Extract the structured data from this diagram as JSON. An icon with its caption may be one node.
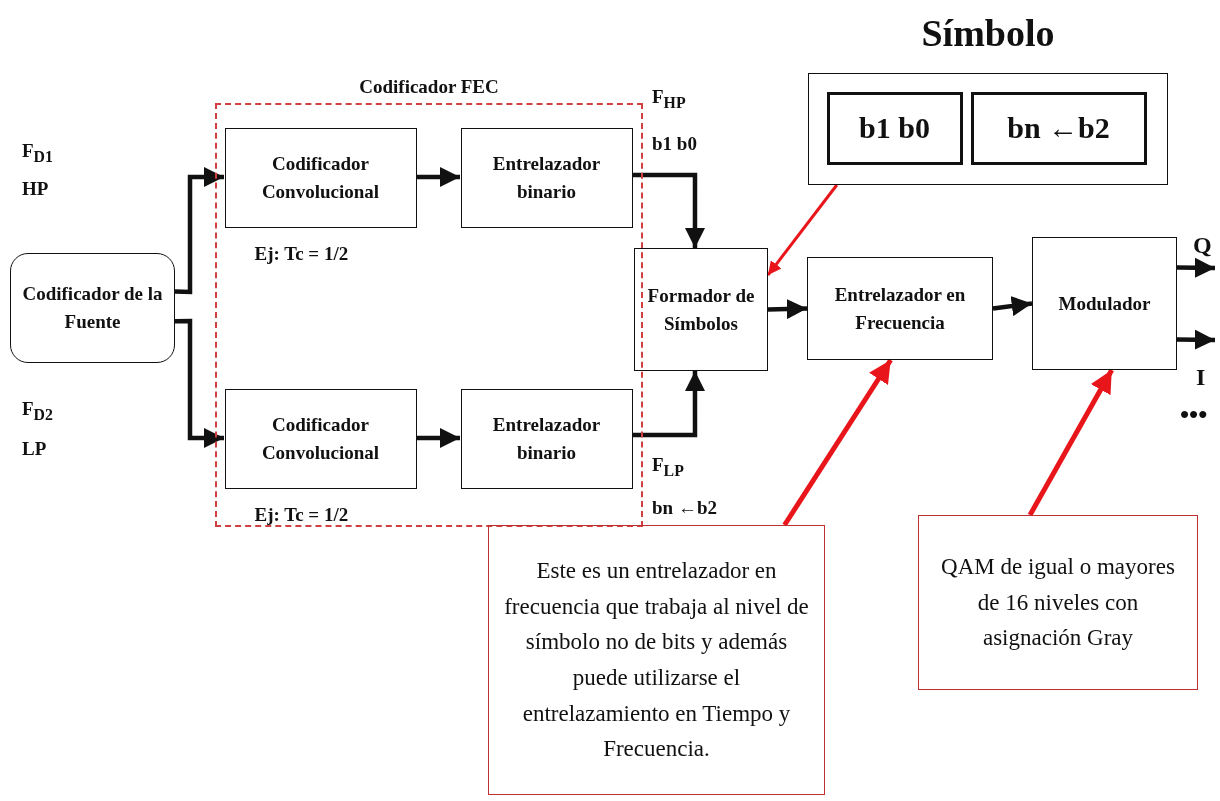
{
  "diagram": {
    "nodes": [
      {
        "text": [
          "Codificador de la Fuente"
        ]
      },
      {
        "text": [
          "Codificador FEC"
        ]
      },
      {
        "text": [
          "Codificador Convolucional"
        ],
        "in": 1,
        "beside": [
          "Ej: Tc = 1/2"
        ]
      },
      {
        "text": [
          "Entrelazador binario"
        ],
        "in": 1
      },
      {
        "text": [
          "Codificador Convolucional"
        ],
        "in": 1,
        "beside": [
          "Ej: Tc = 1/2"
        ]
      },
      {
        "text": [
          "Entrelazador binario"
        ],
        "in": 1
      },
      {
        "text": [
          "Formador de Símbolos"
        ]
      },
      {
        "text": [
          "Entrelazador en Frecuencia"
        ]
      },
      {
        "text": [
          "Modulador"
        ]
      },
      {
        "text": [
          "Símbolo"
        ]
      },
      {
        "text": [
          "b1 b0"
        ],
        "in": 9
      },
      {
        "text": [
          "bn ←b2"
        ],
        "in": 9
      },
      {
        "text": [
          "Este es un entrelazador en frecuencia que trabaja al nivel de símbolo no de bits y además puede utilizarse el entrelazamiento en Tiempo y Frecuencia."
        ]
      },
      {
        "text": [
          "QAM de igual o mayores de 16 niveles con asignación Gray"
        ]
      }
    ],
    "edges": [
      {
        "from": 0,
        "to": 2,
        "arrow": "to"
      },
      {
        "from": 0,
        "to": 4,
        "arrow": "to"
      },
      {
        "from": 2,
        "to": 3,
        "arrow": "to"
      },
      {
        "from": 4,
        "to": 5,
        "arrow": "to"
      },
      {
        "from": 3,
        "to": 6,
        "arrow": "to"
      },
      {
        "from": 5,
        "to": 6,
        "arrow": "to"
      },
      {
        "from": 6,
        "to": 7,
        "arrow": "to"
      },
      {
        "from": 7,
        "to": 8,
        "arrow": "to"
      },
      {
        "from": 8,
        "to": null,
        "arrow": "to",
        "label": "Q"
      },
      {
        "from": 8,
        "to": null,
        "arrow": "to",
        "label": "I"
      },
      {
        "from": 9,
        "to": 6,
        "arrow": "to",
        "color": "#e8161b"
      },
      {
        "from": 12,
        "to": 7,
        "arrow": "to",
        "color": "#e8161b"
      },
      {
        "from": 13,
        "to": 8,
        "arrow": "to",
        "color": "#e8161b"
      }
    ],
    "labels": [
      "F$_{D1}$",
      "HP",
      "F$_{D2}$",
      "LP",
      "F$_{HP}$",
      "b1 b0",
      "F$_{LP}$",
      "bn ←b2",
      "•••"
    ]
  }
}
